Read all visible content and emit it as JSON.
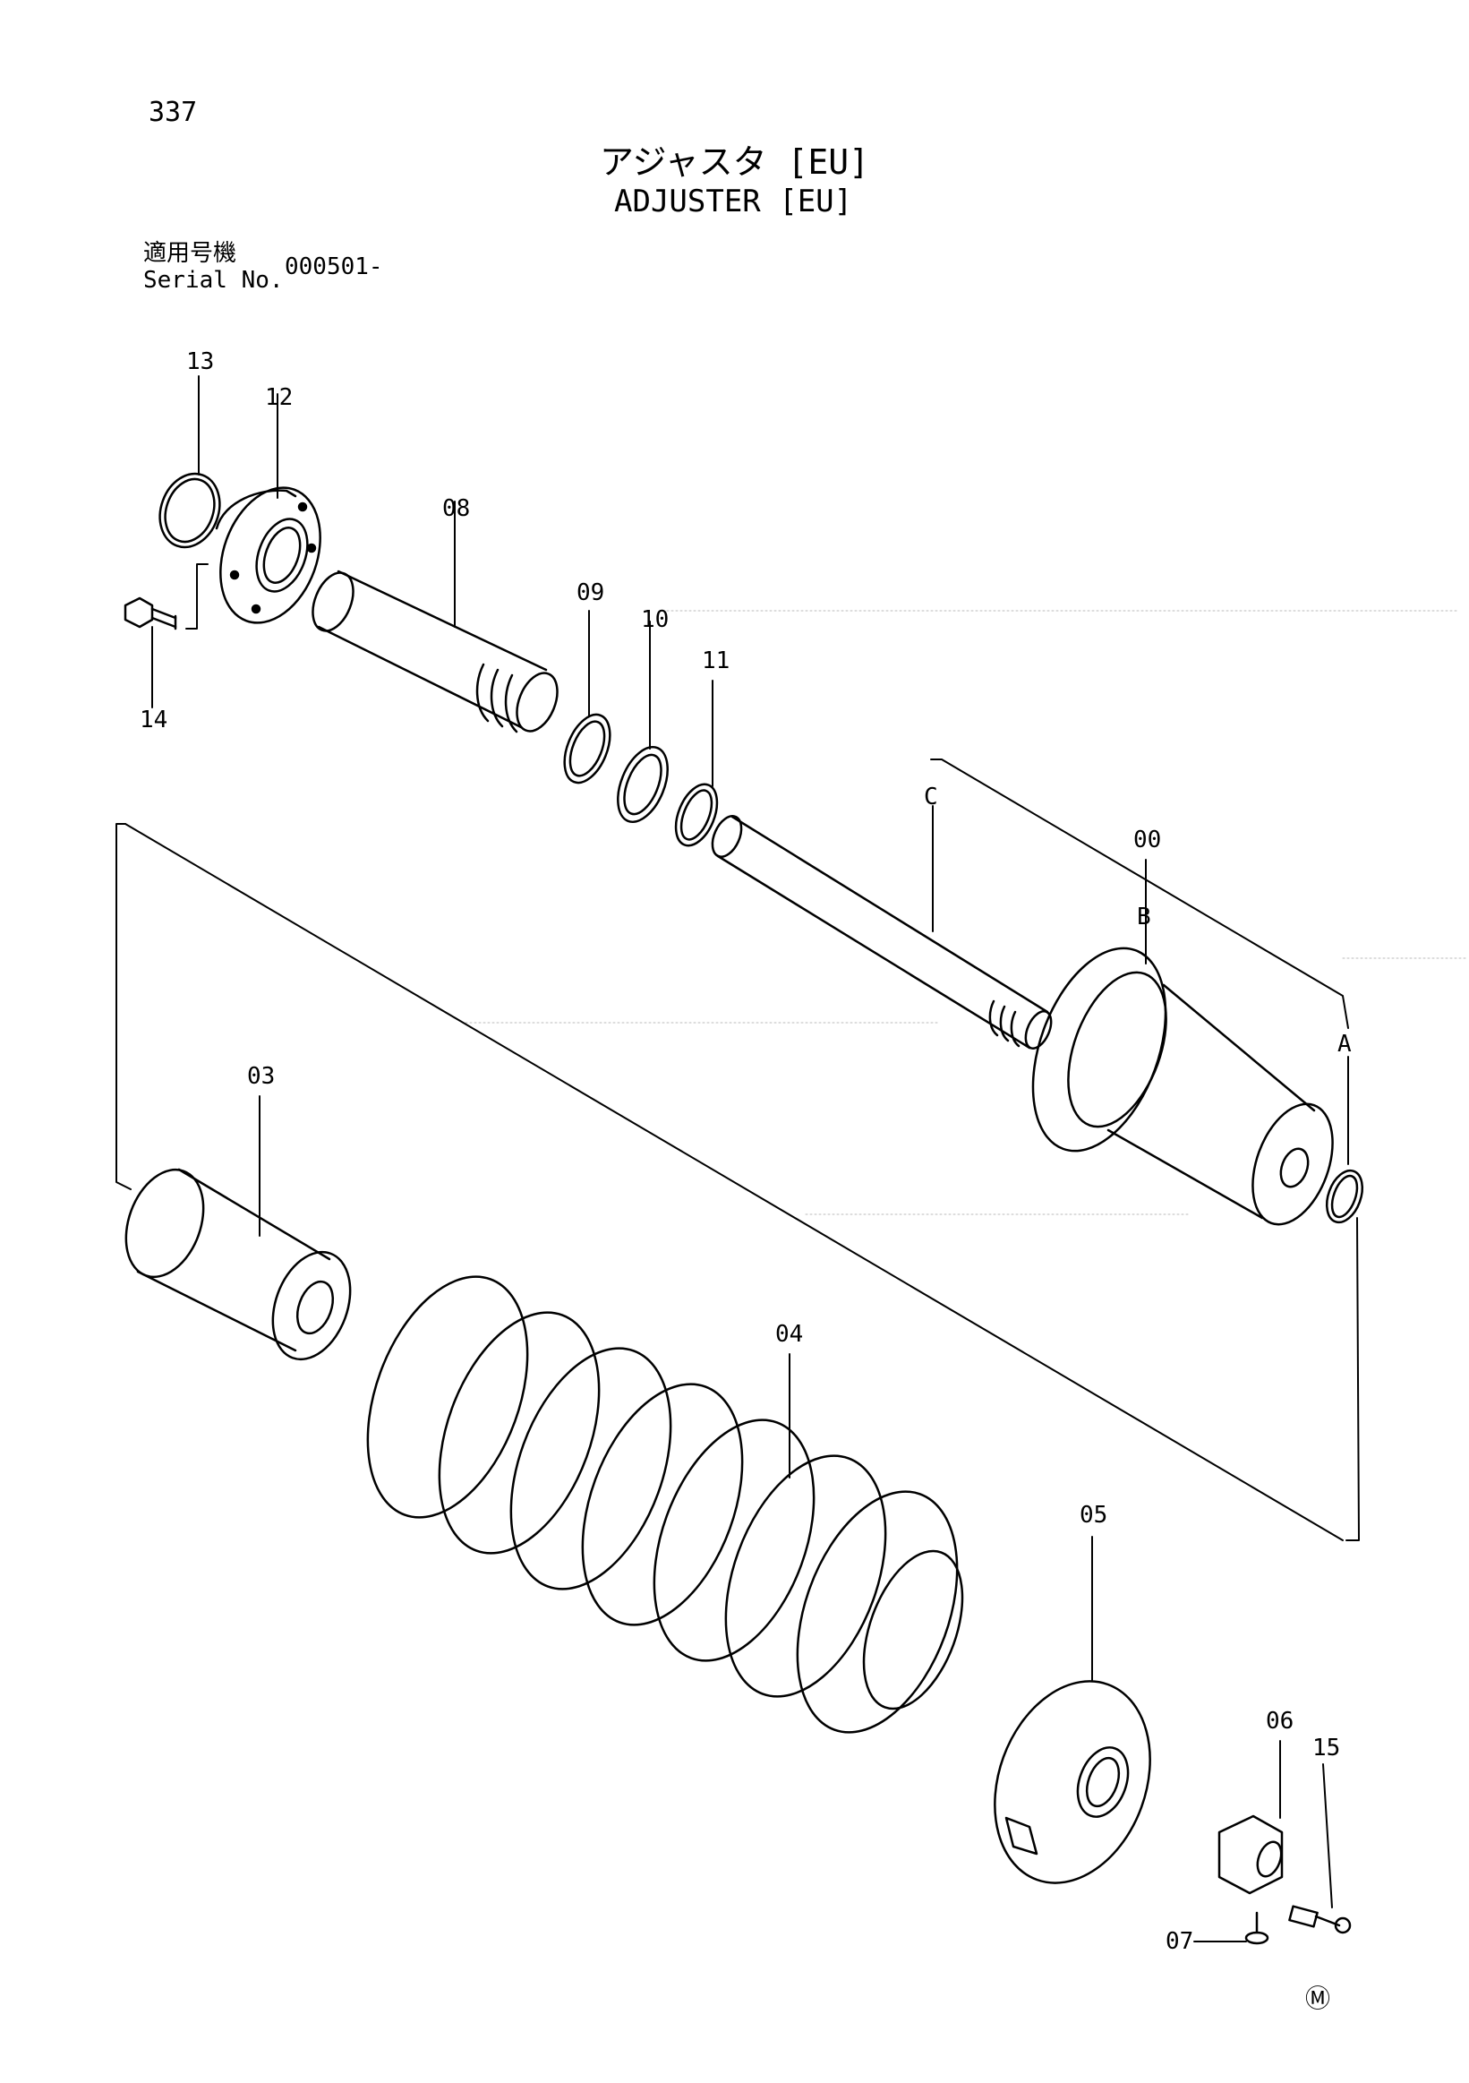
{
  "header": {
    "page_number": "337",
    "title_jp": "アジャスタ [EU]",
    "title_en": "ADJUSTER [EU]",
    "serial_label_jp": "適用号機",
    "serial_label_en": "Serial No.",
    "serial_value": "000501-"
  },
  "callouts": {
    "p00": "00",
    "p03": "03",
    "p04": "04",
    "p05": "05",
    "p06": "06",
    "p07": "07",
    "p08": "08",
    "p09": "09",
    "p10": "10",
    "p11": "11",
    "p12": "12",
    "p13": "13",
    "p14": "14",
    "p15": "15",
    "ref_a": "A",
    "ref_b": "B",
    "ref_c": "C"
  },
  "footer": {
    "mark": "Ⓜ"
  },
  "colors": {
    "ink": "#000000",
    "background": "#ffffff"
  }
}
